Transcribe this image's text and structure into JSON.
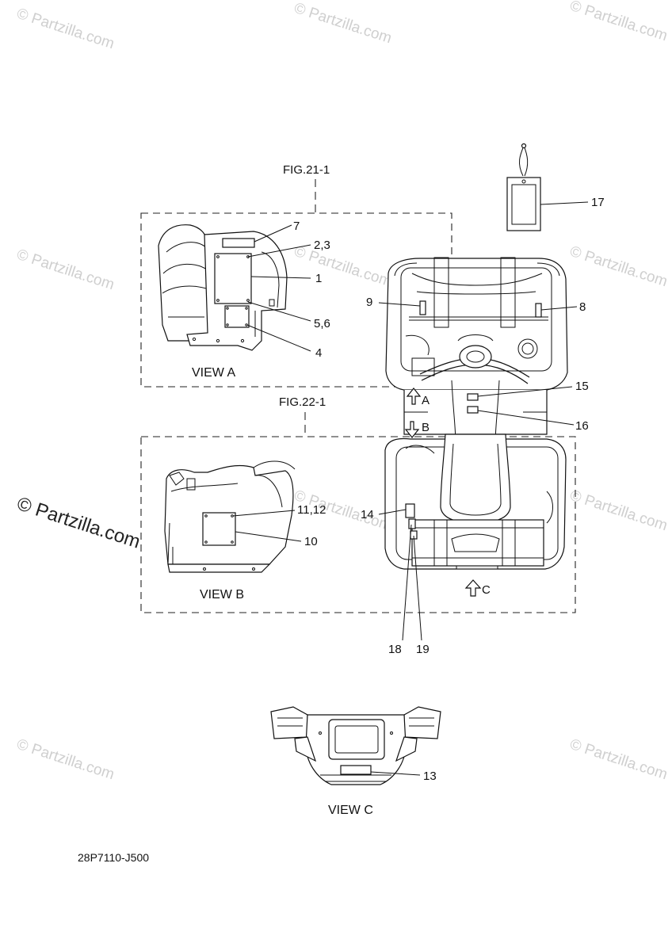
{
  "watermark": {
    "text": "© Partzilla.com"
  },
  "figure_refs": {
    "fig_21": "FIG.21-1",
    "fig_22": "FIG.22-1"
  },
  "views": {
    "a": "VIEW A",
    "b": "VIEW B",
    "c": "VIEW C"
  },
  "arrow_labels": {
    "a": "A",
    "b": "B",
    "c": "C"
  },
  "callouts": {
    "c1": "1",
    "c2_3": "2,3",
    "c4": "4",
    "c5_6": "5,6",
    "c7": "7",
    "c8": "8",
    "c9": "9",
    "c10": "10",
    "c11_12": "11,12",
    "c13": "13",
    "c14": "14",
    "c15": "15",
    "c16": "16",
    "c17": "17",
    "c18": "18",
    "c19": "19"
  },
  "part_code": "28P7110-J500"
}
